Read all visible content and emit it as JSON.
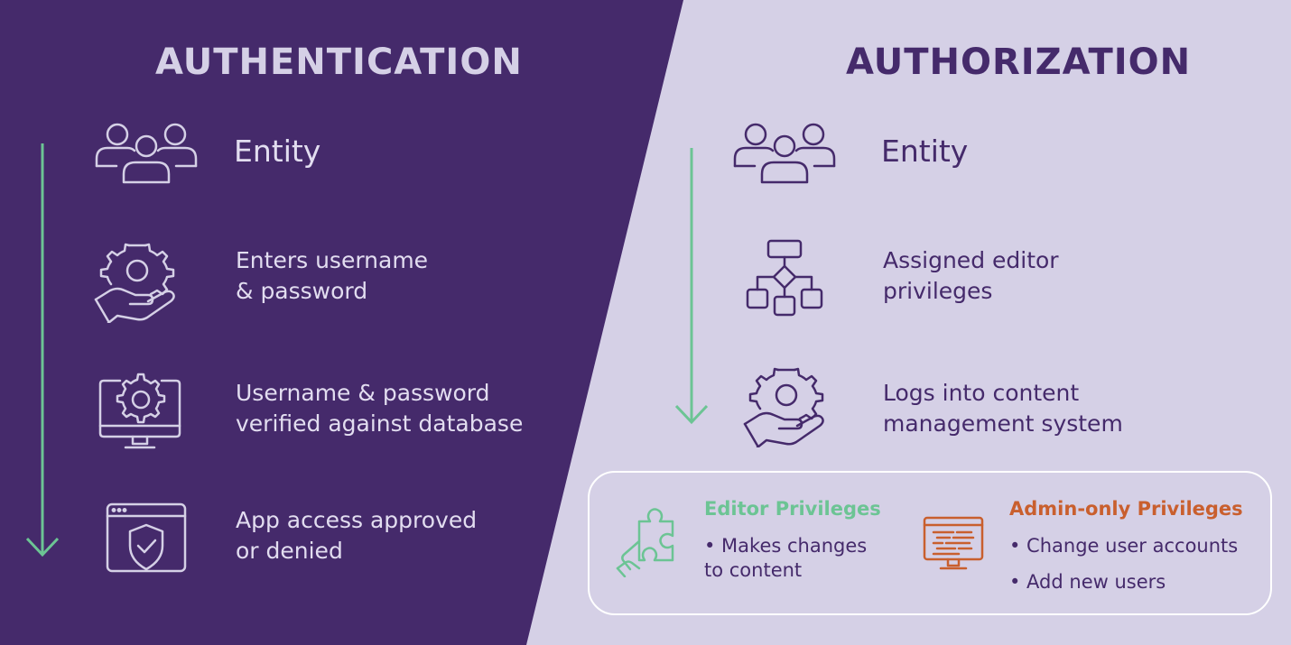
{
  "colors": {
    "dark_panel": "#452a6b",
    "light_panel": "#d5d0e6",
    "arrow": "#6cc494",
    "editor_green": "#6cc494",
    "admin_orange": "#c95f2e",
    "box_border": "#ffffff"
  },
  "authentication": {
    "title": "AUTHENTICATION",
    "steps": [
      {
        "icon": "users-group-icon",
        "text": "Entity"
      },
      {
        "icon": "hand-gear-icon",
        "text": "Enters username\n& password"
      },
      {
        "icon": "monitor-gear-icon",
        "text": "Username & password\nverified against database"
      },
      {
        "icon": "browser-shield-icon",
        "text": "App access approved\nor denied"
      }
    ]
  },
  "authorization": {
    "title": "AUTHORIZATION",
    "steps": [
      {
        "icon": "users-group-icon",
        "text": "Entity"
      },
      {
        "icon": "flowchart-icon",
        "text": "Assigned editor\nprivileges"
      },
      {
        "icon": "hand-gear-icon",
        "text": "Logs into content\nmanagement system"
      }
    ],
    "privileges": {
      "editor": {
        "icon": "puzzle-hand-icon",
        "title": "Editor Privileges",
        "items": [
          "• Makes changes\nto content"
        ]
      },
      "admin": {
        "icon": "monitor-code-icon",
        "title": "Admin-only Privileges",
        "items": [
          "• Change user accounts",
          "• Add new users"
        ]
      }
    }
  }
}
